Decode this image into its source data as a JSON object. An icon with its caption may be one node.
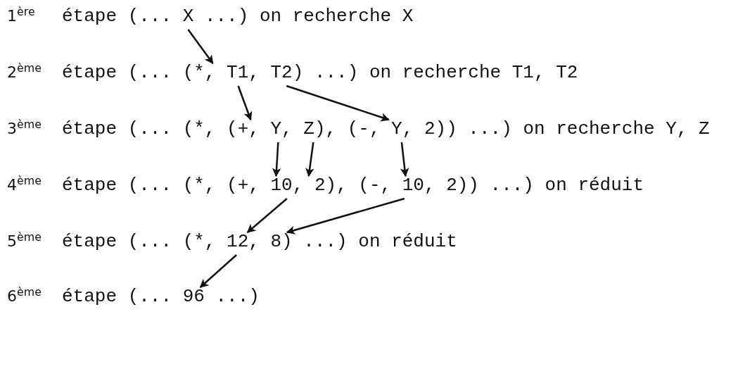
{
  "diagram": {
    "nodes": [
      {
        "text": [
          "X"
        ]
      },
      {
        "text": [
          "(*, T1, T2)"
        ]
      },
      {
        "text": [
          "(+, Y, Z),"
        ]
      },
      {
        "text": [
          "(-, Y, 2)"
        ]
      },
      {
        "text": [
          "(+, 10, 2),"
        ]
      },
      {
        "text": [
          "(-, 10, 2)"
        ]
      },
      {
        "text": [
          "(*, 12, 8)"
        ]
      },
      {
        "text": [
          "96"
        ]
      }
    ],
    "edges": [
      {
        "from": 0,
        "to": 1,
        "arrow": "to"
      },
      {
        "from": 1,
        "to": 2,
        "arrow": "to"
      },
      {
        "from": 1,
        "to": 3,
        "arrow": "to"
      },
      {
        "from": 2,
        "to": 4,
        "arrow": "to"
      },
      {
        "from": 2,
        "to": 4,
        "arrow": "to"
      },
      {
        "from": 3,
        "to": 5,
        "arrow": "to"
      },
      {
        "from": 4,
        "to": 6,
        "arrow": "to"
      },
      {
        "from": 5,
        "to": 6,
        "arrow": "to"
      },
      {
        "from": 6,
        "to": 7,
        "arrow": "to"
      }
    ],
    "labels": [
      "1$^{ère}$",
      "étape",
      "(...",
      "...)",
      "on recherche X",
      "2$^{ème}$",
      "étape",
      "(...",
      "...)",
      "on recherche T1, T2",
      "3$^{ème}$",
      "étape",
      "(... (*,",
      ") ...)",
      "on recherche Y, Z",
      "4$^{ème}$",
      "étape",
      "(... (*,",
      ") ...)",
      "on réduit",
      "5$^{ème}$",
      "étape",
      "(...",
      "...)",
      "on réduit",
      "6$^{ème}$",
      "étape",
      "(...",
      "...)"
    ]
  }
}
